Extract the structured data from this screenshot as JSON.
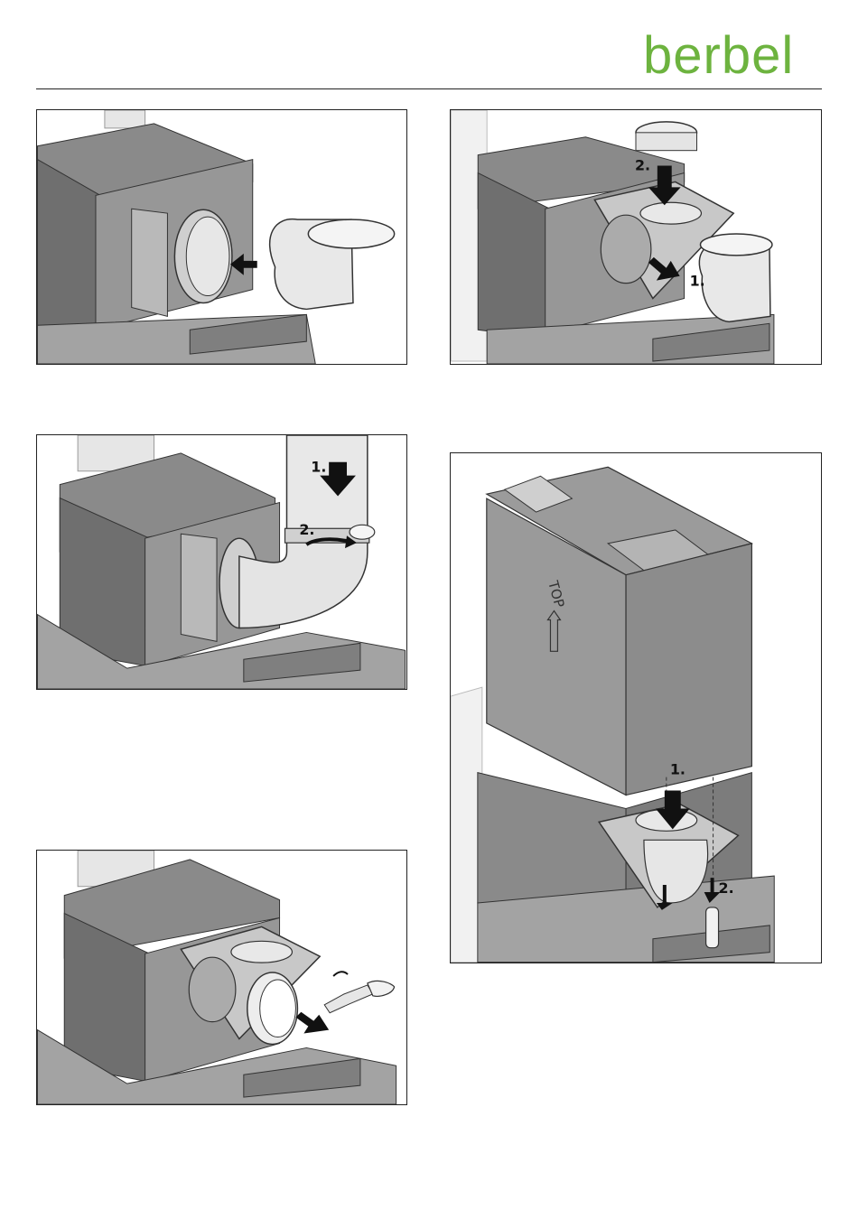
{
  "header": {
    "brand": "berbel",
    "brand_color": "#6db33f"
  },
  "panels": [
    {
      "id": "connect-elbow",
      "labels": []
    },
    {
      "id": "insert-pipes",
      "labels": [
        "2.",
        "1."
      ]
    },
    {
      "id": "tape-joint",
      "labels": [
        "1.",
        "2."
      ]
    },
    {
      "id": "mount-module",
      "labels": [
        "1.",
        "2."
      ],
      "box_marking": "TOP"
    },
    {
      "id": "screw-flange",
      "labels": []
    }
  ]
}
